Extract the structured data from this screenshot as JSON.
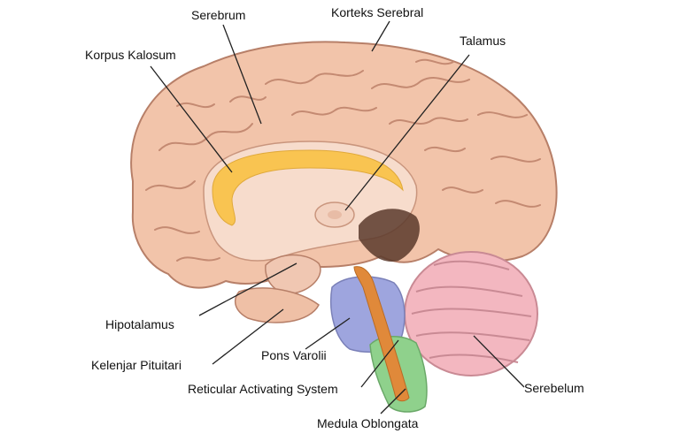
{
  "title": "",
  "labels": {
    "serebrum": "Serebrum",
    "korteks_serebral": "Korteks Serebral",
    "talamus": "Talamus",
    "korpus_kalosum": "Korpus Kalosum",
    "hipotalamus": "Hipotalamus",
    "kelenjar_pituitari": "Kelenjar Pituitari",
    "pons_varolii": "Pons Varolii",
    "reticular_activating_system": "Reticular Activating System",
    "medula_oblongata": "Medula Oblongata",
    "serebelum": "Serebelum"
  },
  "colors": {
    "cerebrum": "#f2c4aa",
    "cerebrum_outline": "#b77f68",
    "corpus_callosum": "#f9c451",
    "inner": "#f7dccc",
    "cerebellum": "#f3b7c0",
    "pons": "#9ea5de",
    "medulla": "#8fd18c",
    "ras": "#e0893a",
    "shadow": "#5a3a2c",
    "leader": "#222222"
  }
}
